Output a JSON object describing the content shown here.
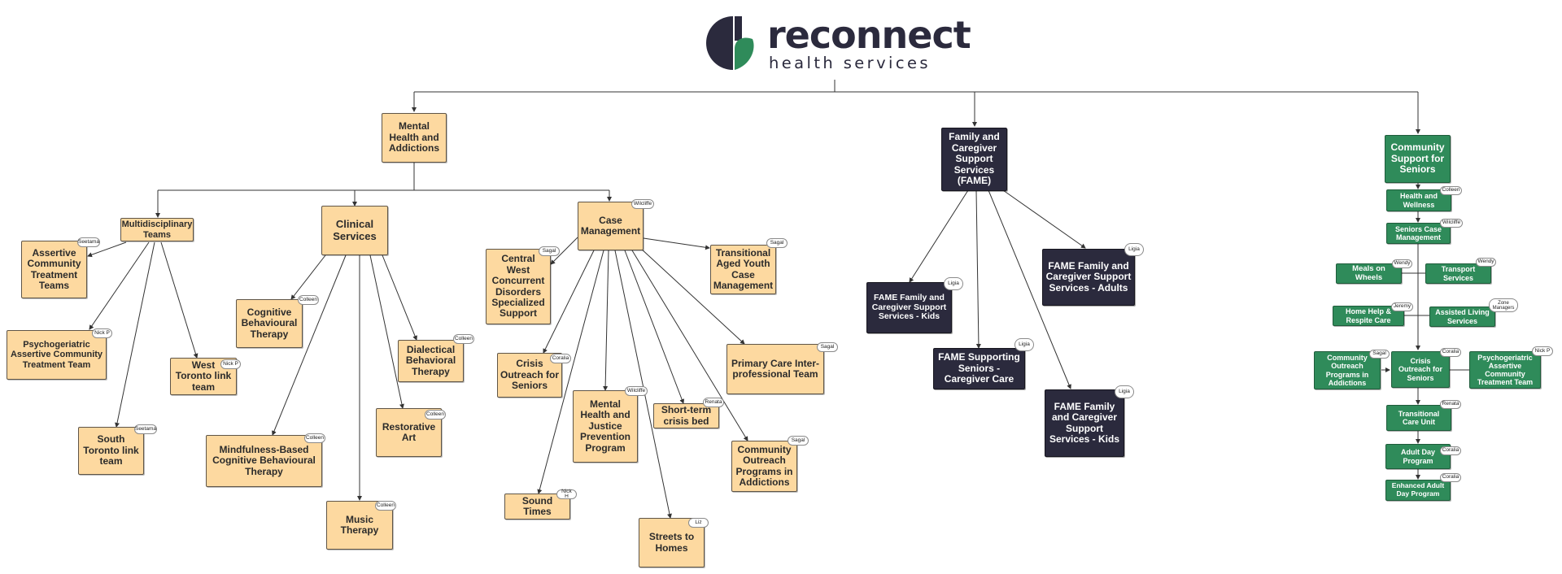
{
  "logo": {
    "wordmark": "reconnect",
    "subtitle": "health services",
    "colors": {
      "navy": "#2b2a3d",
      "green": "#2f8b5a"
    }
  },
  "colors": {
    "orange_fill": "#fdd9a0",
    "dark_fill": "#2b2a3d",
    "green_fill": "#2f8b5a",
    "connector": "#333333"
  },
  "nodes": {
    "mha": {
      "label": "Mental Health and Addictions"
    },
    "multi": {
      "label": "Multidisciplinary Teams"
    },
    "act": {
      "label": "Assertive Community Treatment Teams",
      "tag": "Seetama"
    },
    "psy_act": {
      "label": "Psychogeriatric Assertive Community Treatment Team",
      "tag": "Nick P"
    },
    "south_toronto": {
      "label": "South Toronto link team",
      "tag": "Seetama"
    },
    "west_toronto": {
      "label": "West Toronto link team",
      "tag": "Nick P"
    },
    "clinical": {
      "label": "Clinical Services"
    },
    "cbt": {
      "label": "Cognitive Behavioural Therapy",
      "tag": "Colleen"
    },
    "mbcbt": {
      "label": "Mindfulness-Based Cognitive Behavioural Therapy",
      "tag": "Colleen"
    },
    "music": {
      "label": "Music Therapy",
      "tag": "Colleen"
    },
    "restorative": {
      "label": "Restorative Art",
      "tag": "Colleen"
    },
    "dbt": {
      "label": "Dialectical Behavioral Therapy",
      "tag": "Colleen"
    },
    "casemgmt": {
      "label": "Case Management",
      "tag": "Wilcliffe"
    },
    "cwcd": {
      "label": "Central West Concurrent Disorders Specialized Support",
      "tag": "Sagal"
    },
    "crisis_mha": {
      "label": "Crisis Outreach for Seniors",
      "tag": "Coralia"
    },
    "sound": {
      "label": "Sound Times",
      "tag": "Nick H"
    },
    "mhjp": {
      "label": "Mental Health and Justice Prevention Program",
      "tag": "Wilcliffe"
    },
    "streets": {
      "label": "Streets to Homes",
      "tag": "Liz"
    },
    "shortterm": {
      "label": "Short-term crisis bed",
      "tag": "Renata"
    },
    "cop_mha": {
      "label": "Community Outreach Programs in Addictions",
      "tag": "Sagal"
    },
    "primary": {
      "label": "Primary Care Inter-professional Team",
      "tag": "Sagal"
    },
    "tay": {
      "label": "Transitional Aged Youth Case Management",
      "tag": "Sagal"
    },
    "fame": {
      "label": "Family and Caregiver Support Services (FAME)"
    },
    "fame_kids1": {
      "label": "FAME Family and Caregiver Support Services - Kids",
      "tag": "Ligia"
    },
    "fame_seniors": {
      "label": "FAME Supporting Seniors - Caregiver Care",
      "tag": "Ligia"
    },
    "fame_adults": {
      "label": "FAME Family and Caregiver Support Services - Adults",
      "tag": "Ligia"
    },
    "fame_kids2": {
      "label": "FAME Family and Caregiver Support Services - Kids",
      "tag": "Ligia"
    },
    "css": {
      "label": "Community Support for Seniors"
    },
    "hw": {
      "label": "Health and Wellness",
      "tag": "Colleen"
    },
    "scm": {
      "label": "Seniors Case Management",
      "tag": "Wilcliffe"
    },
    "mow": {
      "label": "Meals on Wheels",
      "tag": "Wendy"
    },
    "transport": {
      "label": "Transport Services",
      "tag": "Wendy"
    },
    "homehelp": {
      "label": "Home Help & Respite Care",
      "tag": "Jeremy"
    },
    "assisted": {
      "label": "Assisted Living Services",
      "tag": "Zone Managers"
    },
    "cop_css": {
      "label": "Community Outreach Programs in Addictions",
      "tag": "Sagal"
    },
    "crisis_css": {
      "label": "Crisis Outreach for Seniors",
      "tag": "Coralia"
    },
    "psy_css": {
      "label": "Psychogeriatric Assertive Community Treatment Team",
      "tag": "Nick P"
    },
    "tcu": {
      "label": "Transitional Care Unit",
      "tag": "Renata"
    },
    "adp": {
      "label": "Adult Day Program",
      "tag": "Coralia"
    },
    "eadp": {
      "label": "Enhanced Adult Day Program",
      "tag": "Coralia"
    }
  }
}
